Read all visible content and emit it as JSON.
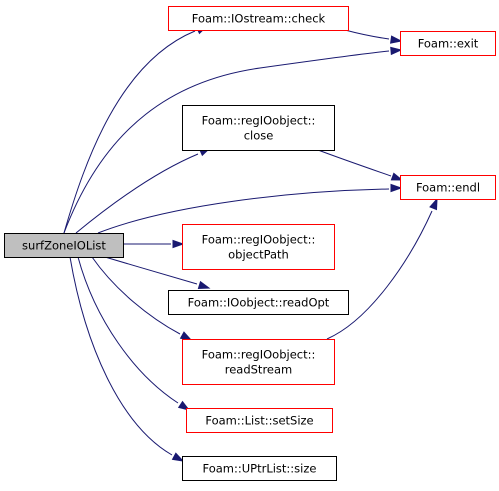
{
  "colors": {
    "edge": "#191970",
    "node_border_linked": "#ff0000",
    "node_border_plain": "#000000",
    "root_fill": "#bfbfbf",
    "node_fill": "#ffffff"
  },
  "nodes": {
    "root": {
      "lines": [
        "surfZoneIOList"
      ],
      "kind": "root"
    },
    "check": {
      "lines": [
        "Foam::IOstream::check"
      ],
      "kind": "red"
    },
    "exit": {
      "lines": [
        "Foam::exit"
      ],
      "kind": "red"
    },
    "close": {
      "lines": [
        "Foam::regIOobject::",
        "close"
      ],
      "kind": "black"
    },
    "endl": {
      "lines": [
        "Foam::endl"
      ],
      "kind": "red"
    },
    "objectPath": {
      "lines": [
        "Foam::regIOobject::",
        "objectPath"
      ],
      "kind": "red"
    },
    "readOpt": {
      "lines": [
        "Foam::IOobject::readOpt"
      ],
      "kind": "black"
    },
    "readStream": {
      "lines": [
        "Foam::regIOobject::",
        "readStream"
      ],
      "kind": "red"
    },
    "setSize": {
      "lines": [
        "Foam::List::setSize"
      ],
      "kind": "red"
    },
    "size": {
      "lines": [
        "Foam::UPtrList::size"
      ],
      "kind": "black"
    }
  },
  "edges": [
    {
      "from": "root",
      "to": "check"
    },
    {
      "from": "root",
      "to": "exit"
    },
    {
      "from": "root",
      "to": "close"
    },
    {
      "from": "root",
      "to": "endl"
    },
    {
      "from": "root",
      "to": "objectPath"
    },
    {
      "from": "root",
      "to": "readOpt"
    },
    {
      "from": "root",
      "to": "readStream"
    },
    {
      "from": "root",
      "to": "setSize"
    },
    {
      "from": "root",
      "to": "size"
    },
    {
      "from": "check",
      "to": "exit"
    },
    {
      "from": "close",
      "to": "endl"
    },
    {
      "from": "readStream",
      "to": "endl"
    }
  ]
}
